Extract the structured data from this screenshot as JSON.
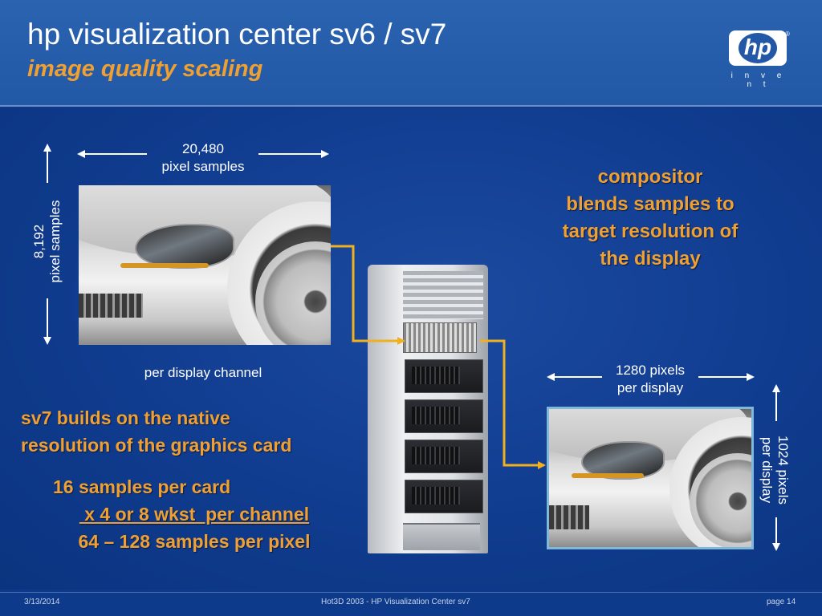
{
  "header": {
    "title": "hp visualization center sv6 / sv7",
    "subtitle": "image quality scaling",
    "logo_text": "hp",
    "logo_tagline": "i n v e n t",
    "logo_reg": "®"
  },
  "left_panel": {
    "width_label_line1": "20,480",
    "width_label_line2": "pixel samples",
    "height_label_line1": "8,192",
    "height_label_line2": "pixel samples",
    "caption": "per display channel"
  },
  "right_panel": {
    "compositor_text": [
      "compositor",
      "blends samples to",
      "target resolution of",
      "the display"
    ],
    "width_label_line1": "1280  pixels",
    "width_label_line2": "per display",
    "height_label_line1": "1024 pixels",
    "height_label_line2": "per display"
  },
  "bottom_left": {
    "native_line1": "sv7 builds on the native",
    "native_line2": "resolution of the graphics card",
    "samples_line1": "16 samples per card",
    "samples_line2": " x 4 or 8 wkst  per channel",
    "samples_line3": "64 – 128 samples per pixel"
  },
  "footer": {
    "date": "3/13/2014",
    "center": "Hot3D 2003 - HP Visualization Center sv7",
    "page": "page 14"
  },
  "colors": {
    "background": "#0d3a8a",
    "header": "#2258a6",
    "accent_orange": "#f0a030",
    "connector": "#f0b020",
    "frame_cyan": "#7fb8d8"
  }
}
